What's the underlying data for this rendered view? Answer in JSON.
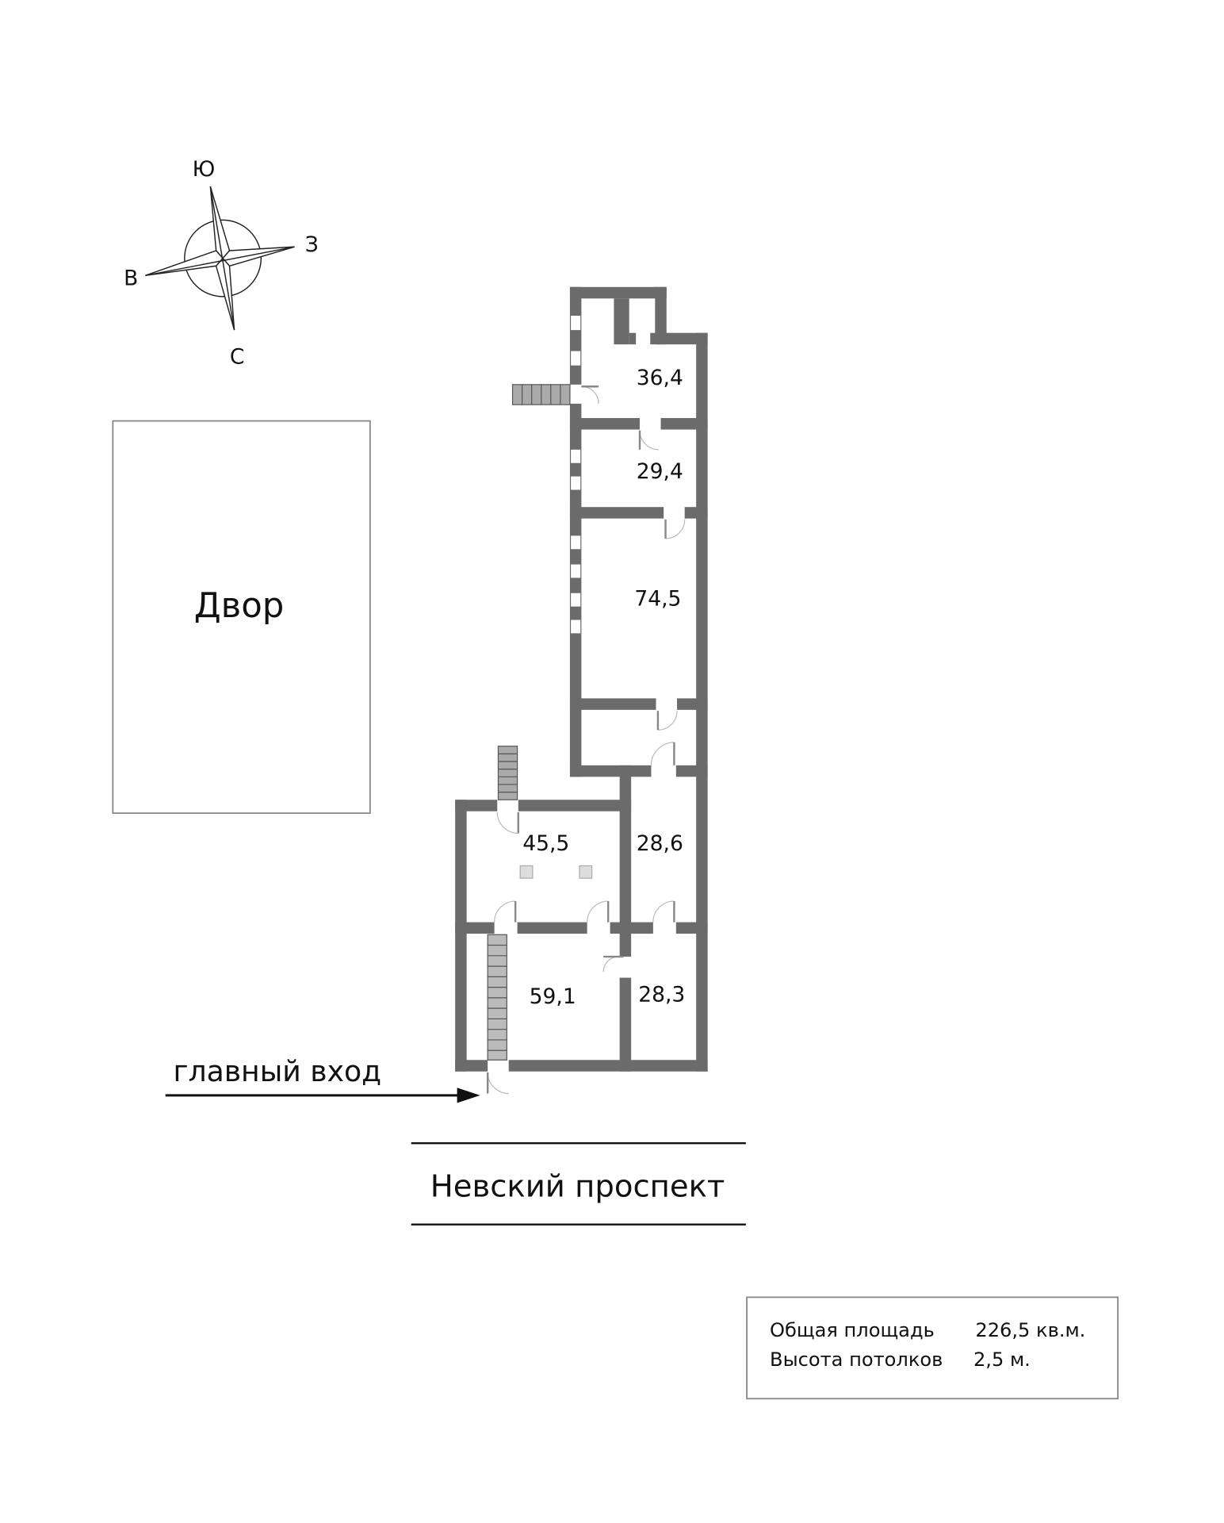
{
  "compass": {
    "south": "Ю",
    "west": "З",
    "east": "В",
    "north": "С"
  },
  "yard_label": "Двор",
  "rooms": [
    {
      "id": "r1",
      "area": "36,4"
    },
    {
      "id": "r2",
      "area": "29,4"
    },
    {
      "id": "r3",
      "area": "74,5"
    },
    {
      "id": "r4",
      "area": "45,5"
    },
    {
      "id": "r5",
      "area": "28,6"
    },
    {
      "id": "r6",
      "area": "59,1"
    },
    {
      "id": "r7",
      "area": "28,3"
    }
  ],
  "entrance_label": "главный вход",
  "street_label": "Невский проспект",
  "info": {
    "total_area_label": "Общая площадь",
    "total_area_value": "226,5 кв.м.",
    "ceiling_label": "Высота потолков",
    "ceiling_value": "2,5 м."
  },
  "colors": {
    "wall": "#6b6b6b",
    "background": "#ffffff"
  }
}
